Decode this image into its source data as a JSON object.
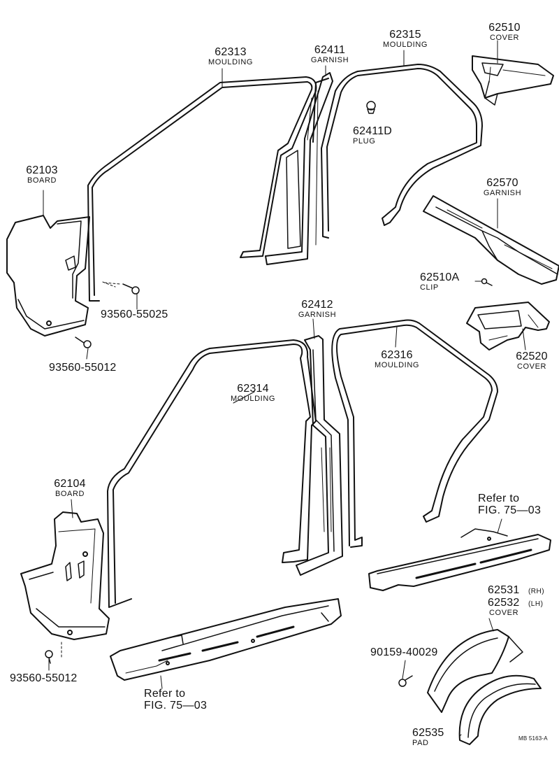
{
  "parts": [
    {
      "id": "p62103",
      "number": "62103",
      "name": "BOARD"
    },
    {
      "id": "p62313",
      "number": "62313",
      "name": "MOULDING"
    },
    {
      "id": "p62411",
      "number": "62411",
      "name": "GARNISH"
    },
    {
      "id": "p62315",
      "number": "62315",
      "name": "MOULDING"
    },
    {
      "id": "p62510",
      "number": "62510",
      "name": "COVER"
    },
    {
      "id": "p62411D",
      "number": "62411D",
      "name": "PLUG"
    },
    {
      "id": "p62570",
      "number": "62570",
      "name": "GARNISH"
    },
    {
      "id": "p62510A",
      "number": "62510A",
      "name": "CLIP"
    },
    {
      "id": "p62520",
      "number": "62520",
      "name": "COVER"
    },
    {
      "id": "p62412",
      "number": "62412",
      "name": "GARNISH"
    },
    {
      "id": "p62316",
      "number": "62316",
      "name": "MOULDING"
    },
    {
      "id": "p62314",
      "number": "62314",
      "name": "MOULDING"
    },
    {
      "id": "p62104",
      "number": "62104",
      "name": "BOARD"
    },
    {
      "id": "p62535",
      "number": "62535",
      "name": "PAD"
    }
  ],
  "screws": [
    {
      "id": "s1",
      "number": "93560-55025"
    },
    {
      "id": "s2",
      "number": "93560-55012"
    },
    {
      "id": "s3",
      "number": "93560-55012"
    },
    {
      "id": "s4",
      "number": "90159-40029"
    }
  ],
  "cover_pair": {
    "rh_number": "62531",
    "rh_side": "(RH)",
    "lh_number": "62532",
    "lh_side": "(LH)",
    "name": "COVER"
  },
  "references": [
    {
      "id": "r1",
      "line1": "Refer to",
      "line2": "FIG. 75—03"
    },
    {
      "id": "r2",
      "line1": "Refer to",
      "line2": "FIG. 75—03"
    }
  ],
  "diagram_code": "MB 5163-A",
  "colors": {
    "ink": "#111111",
    "paper": "#ffffff",
    "shade": "#d9d9d9"
  }
}
